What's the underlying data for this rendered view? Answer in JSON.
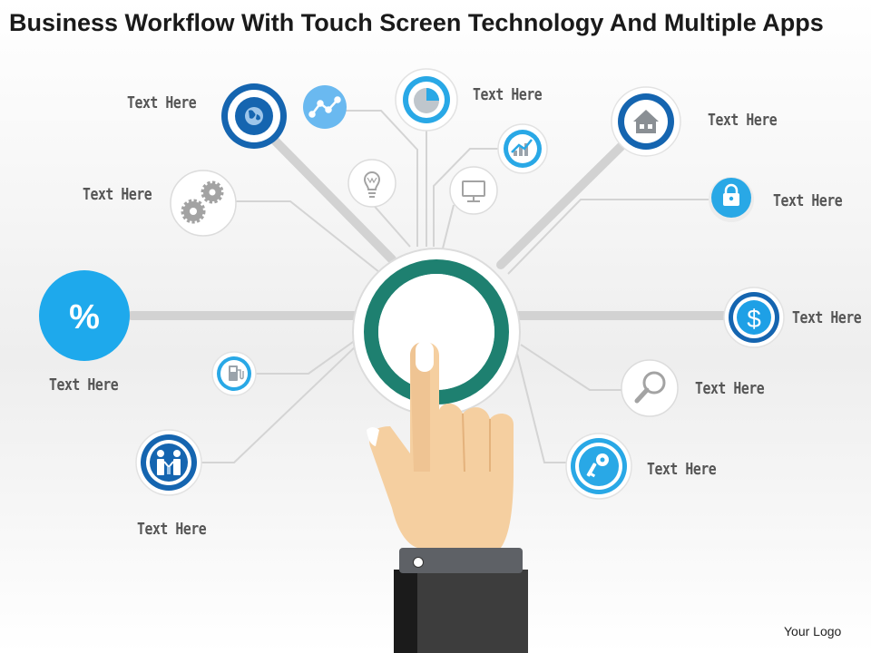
{
  "title": "Business Workflow With Touch Screen Technology And Multiple Apps",
  "logo_text": "Your Logo",
  "colors": {
    "dark_blue": "#1565b0",
    "light_blue": "#29a8e6",
    "teal_ring": "#1e8070",
    "connector_gray": "#d0d0d0",
    "skin": "#f5cfa0",
    "sleeve": "#3a3a3a"
  },
  "nodes": [
    {
      "id": "globe",
      "icon": "globe-icon",
      "label": "Text Here"
    },
    {
      "id": "graph",
      "icon": "line-graph-icon",
      "label": ""
    },
    {
      "id": "pie",
      "icon": "pie-chart-icon",
      "label": "Text Here"
    },
    {
      "id": "trend",
      "icon": "trend-chart-icon",
      "label": ""
    },
    {
      "id": "home",
      "icon": "home-icon",
      "label": "Text Here"
    },
    {
      "id": "gears",
      "icon": "gears-icon",
      "label": "Text Here"
    },
    {
      "id": "bulb",
      "icon": "lightbulb-icon",
      "label": ""
    },
    {
      "id": "monitor",
      "icon": "monitor-icon",
      "label": ""
    },
    {
      "id": "lock",
      "icon": "lock-icon",
      "label": "Text Here"
    },
    {
      "id": "percent",
      "icon": "percent-icon",
      "label": "Text Here"
    },
    {
      "id": "dollar",
      "icon": "dollar-icon",
      "label": "Text Here"
    },
    {
      "id": "fuel",
      "icon": "fuel-pump-icon",
      "label": ""
    },
    {
      "id": "search",
      "icon": "magnifier-icon",
      "label": "Text Here"
    },
    {
      "id": "people",
      "icon": "people-icon",
      "label": "Text Here"
    },
    {
      "id": "key",
      "icon": "key-icon",
      "label": "Text Here"
    }
  ],
  "center": {
    "icon": "touch-button-icon"
  },
  "percent_symbol": "%",
  "dollar_symbol": "$"
}
